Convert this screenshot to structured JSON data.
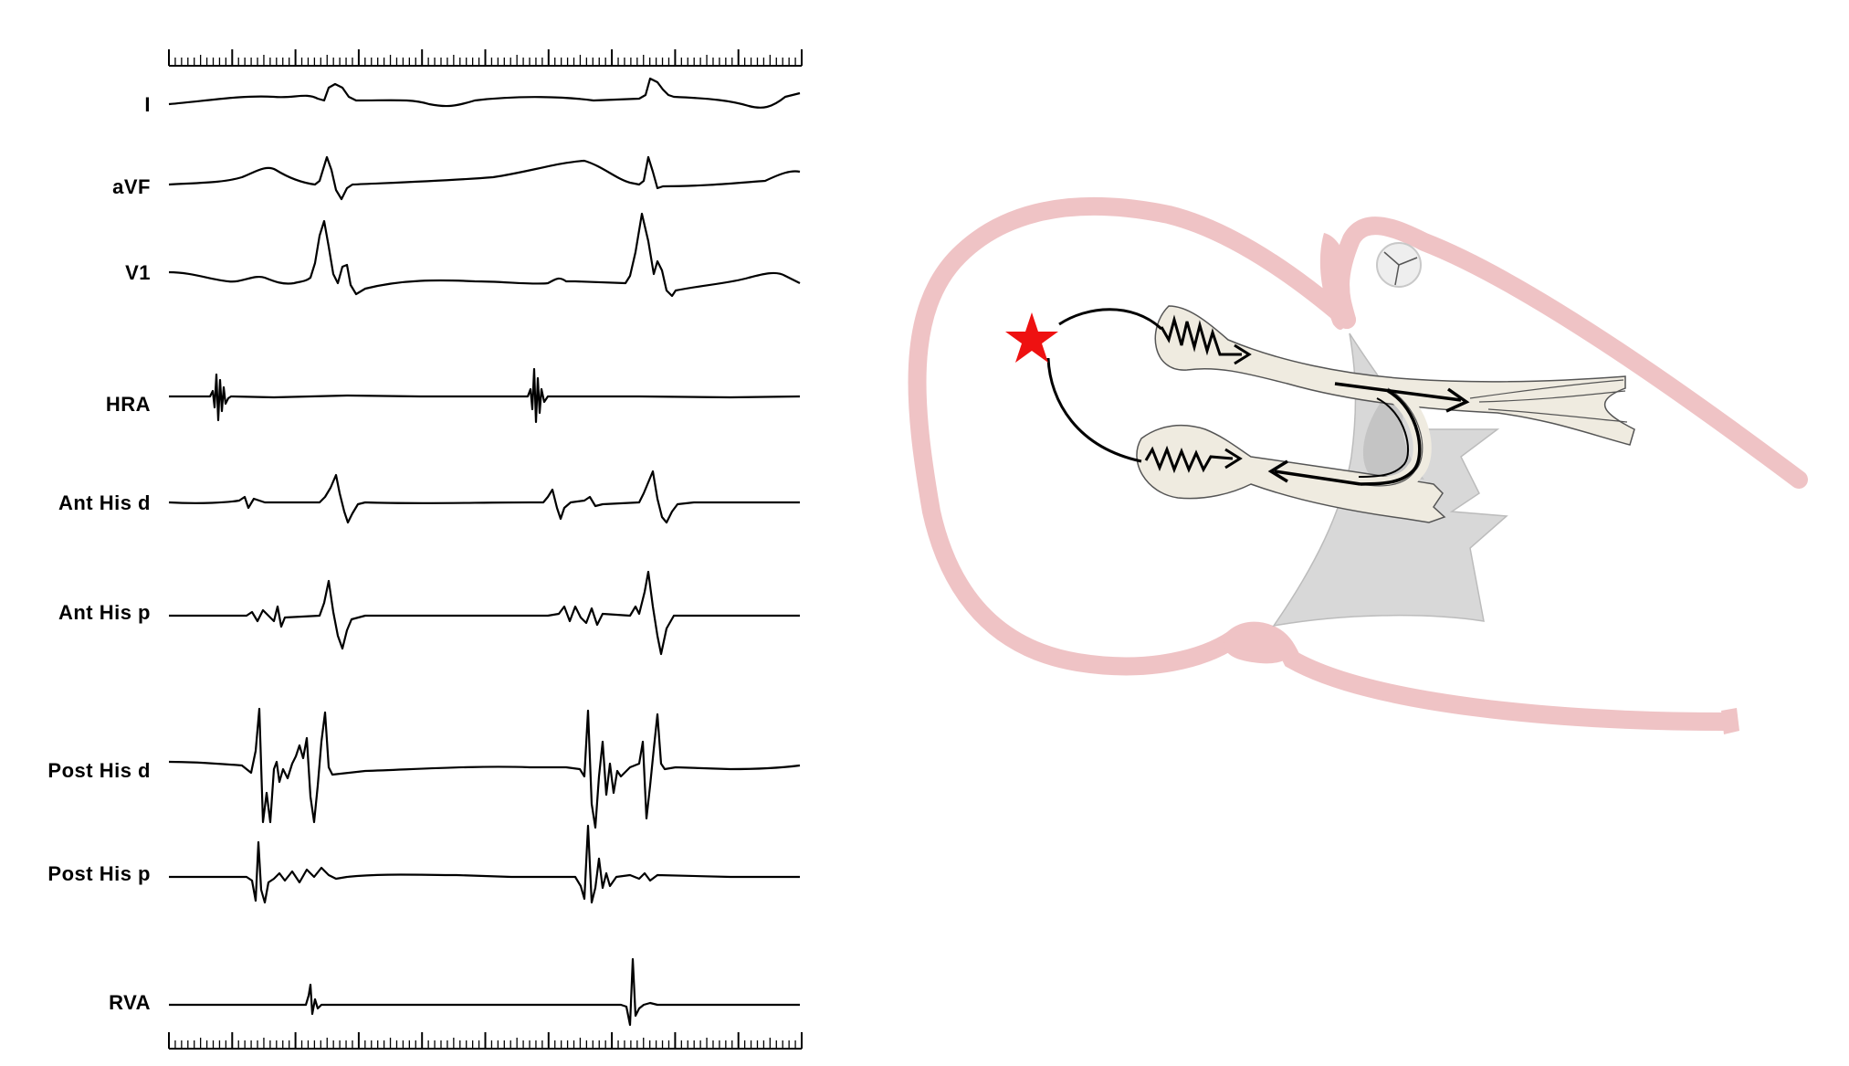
{
  "figure": {
    "channels": [
      {
        "key": "I",
        "label": "I",
        "shape": "surface"
      },
      {
        "key": "aVF",
        "label": "aVF",
        "shape": "surface"
      },
      {
        "key": "V1",
        "label": "V1",
        "shape": "surface"
      },
      {
        "key": "HRA",
        "label": "HRA",
        "shape": "intracardiac"
      },
      {
        "key": "AntHisD",
        "label": "Ant His d",
        "shape": "intracardiac"
      },
      {
        "key": "AntHisP",
        "label": "Ant His p",
        "shape": "intracardiac"
      },
      {
        "key": "PostHisD",
        "label": "Post His d",
        "shape": "intracardiac"
      },
      {
        "key": "PostHisP",
        "label": "Post His p",
        "shape": "intracardiac"
      },
      {
        "key": "RVA",
        "label": "RVA",
        "shape": "intracardiac"
      }
    ],
    "diagram": {
      "wall_color": "#efc3c5",
      "septum_color": "#d8d8d8",
      "pathway_color": "#efebe0",
      "origin_marker_color": "#ee1111",
      "origin_marker_icon": "star-icon"
    }
  }
}
